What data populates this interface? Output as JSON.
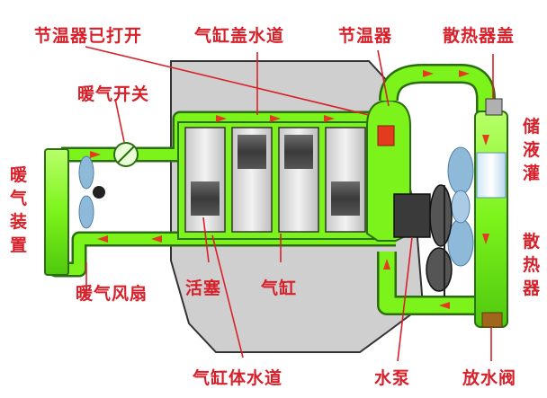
{
  "labels": {
    "thermostat_open": "节温器已打开",
    "cylinder_head_waterway": "气缸盖水道",
    "thermostat": "节温器",
    "radiator_cap": "散热器盖",
    "heater_switch": "暖气开关",
    "reservoir": "储液灌",
    "heater_unit": "暖气装置",
    "radiator": "散热器",
    "heater_fan": "暖气风扇",
    "piston": "活塞",
    "cylinder": "气缸",
    "cylinder_block_waterway": "气缸体水道",
    "water_pump": "水泵",
    "drain_valve": "放水阀"
  },
  "colors": {
    "label_red": "#d8202a",
    "coolant_green": "#7cf31a",
    "coolant_outline": "#2b6e0f",
    "engine_gray": "#c9c9c9",
    "flow_arrow_red": "#e23b1e"
  },
  "icons": [
    "fan-icon",
    "switch-valve-icon",
    "flow-arrow-icon"
  ]
}
